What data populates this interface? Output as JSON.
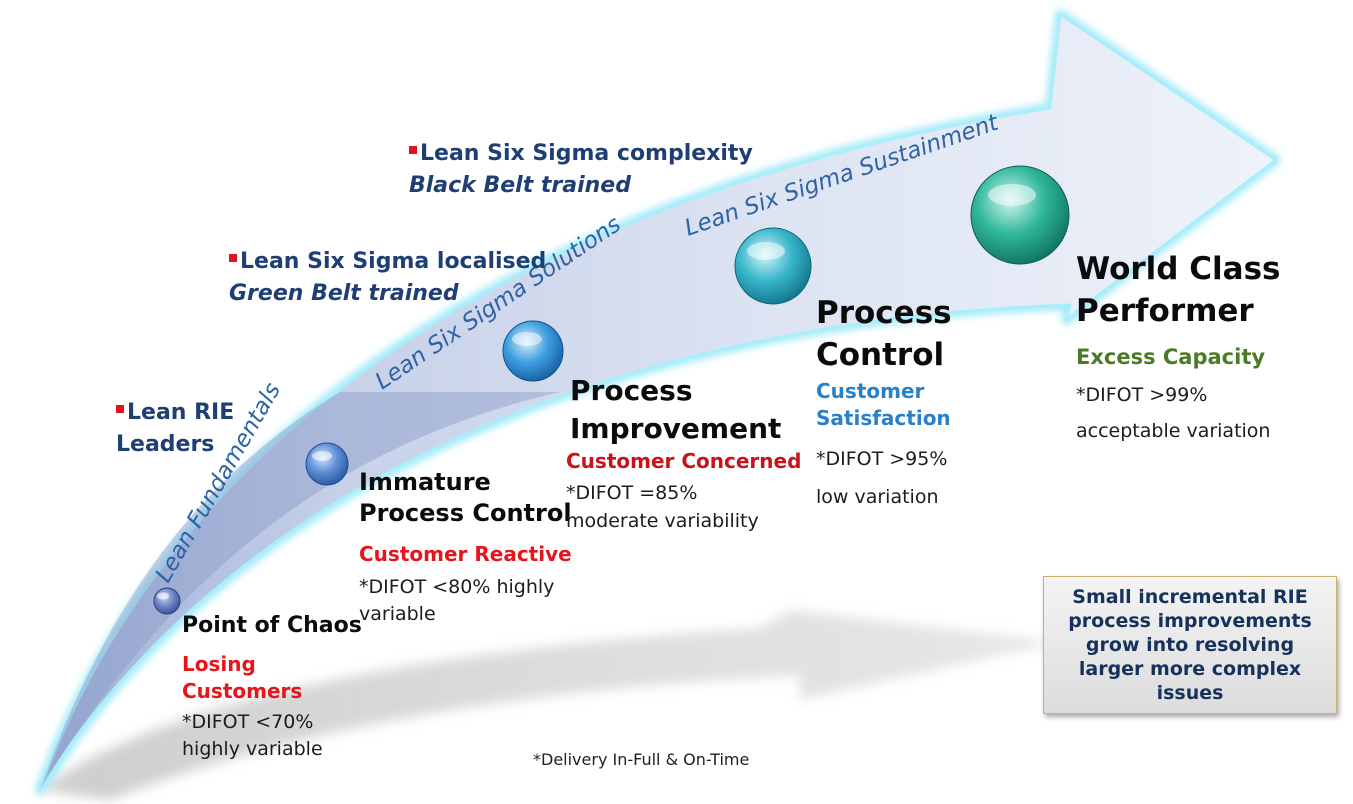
{
  "arrow_labels": {
    "fundamentals": "Lean Fundamentals",
    "solutions": "Lean Six Sigma Solutions",
    "sustainment": "Lean Six Sigma Sustainment"
  },
  "training": [
    {
      "title": "Lean RIE",
      "title2": "Leaders",
      "subtitle": ""
    },
    {
      "title": "Lean Six Sigma localised",
      "subtitle": "Green Belt trained"
    },
    {
      "title": "Lean Six Sigma complexity",
      "subtitle": "Black Belt trained"
    }
  ],
  "stages": [
    {
      "title": "Point of Chaos",
      "status": "Losing Customers",
      "metric": "*DIFOT <70% highly variable"
    },
    {
      "title": "Immature Process Control",
      "status": "Customer Reactive",
      "metric": "*DIFOT <80% highly variable"
    },
    {
      "title": "Process Improvement",
      "status": "Customer Concerned",
      "metric": "*DIFOT =85% moderate variability"
    },
    {
      "title": "Process Control",
      "status": "Customer Satisfaction",
      "metric": "*DIFOT >95% low variation"
    },
    {
      "title": "World Class Performer",
      "status": "Excess Capacity",
      "metric": "*DIFOT >99% acceptable variation"
    }
  ],
  "colors": {
    "losing": "#e8141b",
    "reactive": "#e8141b",
    "concerned": "#c8121c",
    "satisfaction": "#2a7fc9",
    "excess": "#4d7a24",
    "training_text": "#1f3f74"
  },
  "callout": "Small incremental RIE process improvements grow into resolving larger more complex issues",
  "footnote": "*Delivery In-Full & On-Time"
}
